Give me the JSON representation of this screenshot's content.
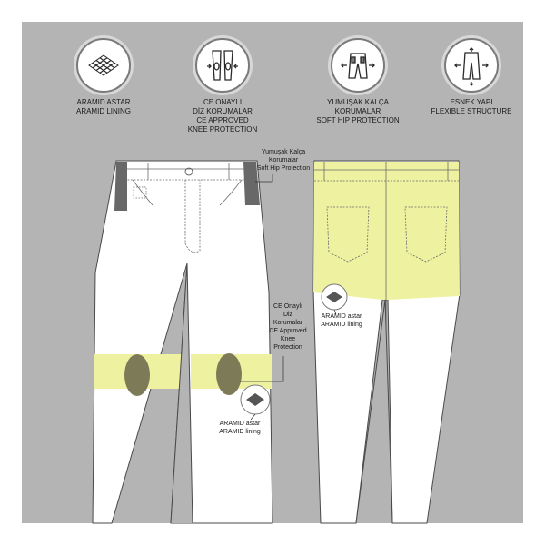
{
  "colors": {
    "background": "#b4b4b4",
    "garment": "#ffffff",
    "highlight": "#eef2a0",
    "knee_pad": "#7d7a57",
    "hip_pad": "#686868"
  },
  "features": [
    {
      "icon": "aramid-mesh-icon",
      "lines": [
        "ARAMID ASTAR",
        "ARAMID LINING"
      ]
    },
    {
      "icon": "knee-protector-icon",
      "lines": [
        "CE ONAYLI",
        "DİZ KORUMALAR",
        "CE APPROVED",
        "KNEE PROTECTION"
      ]
    },
    {
      "icon": "hip-protector-icon",
      "lines": [
        "YUMUŞAK KALÇA",
        "KORUMALAR",
        "SOFT HIP PROTECTION"
      ]
    },
    {
      "icon": "flexible-pants-icon",
      "lines": [
        "ESNEK YAPI",
        "FLEXIBLE STRUCTURE"
      ]
    }
  ],
  "callouts": {
    "hip": [
      "Yumuşak Kalça",
      "Korumalar",
      "Soft Hip Protection"
    ],
    "knee": [
      "CE Onaylı",
      "Diz",
      "Korumalar",
      "CE Approved",
      "Knee",
      "Protection"
    ],
    "aramid_front": [
      "ARAMID astar",
      "ARAMID lining"
    ],
    "aramid_back": [
      "ARAMID astar",
      "ARAMID lining"
    ]
  }
}
